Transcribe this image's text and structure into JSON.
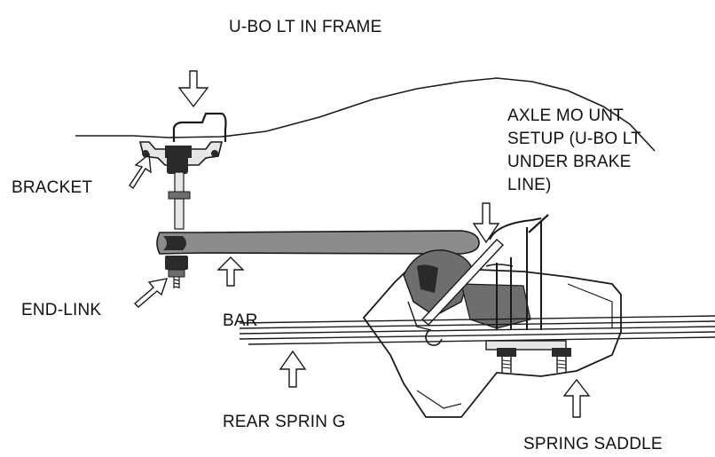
{
  "labels": {
    "ubolt_frame": "U-BO LT IN FRAME",
    "axle_mount": [
      "AXLE MO UNT",
      "SETUP (U-BO LT",
      "UNDER BRAKE",
      "LINE)"
    ],
    "bracket": "BRACKET",
    "end_link": "END-LINK",
    "bar": "BAR",
    "rear_spring": "REAR SPRIN G",
    "spring_saddle": "SPRING SADDLE"
  },
  "colors": {
    "ink": "#1a1a1a",
    "bar_fill": "#8c8c8c",
    "dark_part": "#2a2a2a",
    "mid_part": "#6e6e6e",
    "light_part": "#e6e6e6"
  }
}
